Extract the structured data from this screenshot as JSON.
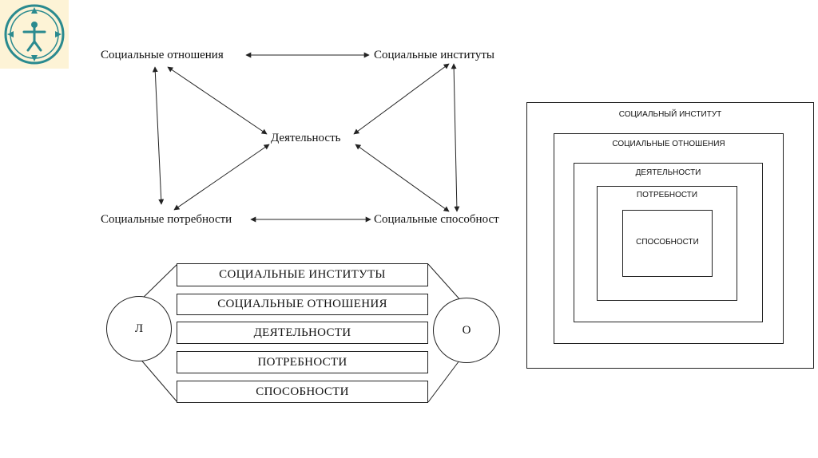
{
  "top_diagram": {
    "social_relations": "Социальные отношения",
    "social_institutions": "Социальные институты",
    "activity": "Деятельность",
    "social_needs": "Социальные потребности",
    "social_abilities": "Социальные способност"
  },
  "bars_diagram": {
    "left_circle": "Л",
    "right_circle": "О",
    "bars": [
      "СОЦИАЛЬНЫЕ ИНСТИТУТЫ",
      "СОЦИАЛЬНЫЕ ОТНОШЕНИЯ",
      "ДЕЯТЕЛЬНОСТИ",
      "ПОТРЕБНОСТИ",
      "СПОСОБНОСТИ"
    ]
  },
  "nested_diagram": {
    "levels": [
      "СОЦИАЛЬНЫЙ ИНСТИТУТ",
      "СОЦИАЛЬНЫЕ ОТНОШЕНИЯ",
      "ДЕЯТЕЛЬНОСТИ",
      "ПОТРЕБНОСТИ",
      "СПОСОБНОСТИ"
    ]
  },
  "colors": {
    "logo_bg": "#fdf3d6",
    "logo_ring": "#2a8a8f",
    "line": "#222222"
  }
}
